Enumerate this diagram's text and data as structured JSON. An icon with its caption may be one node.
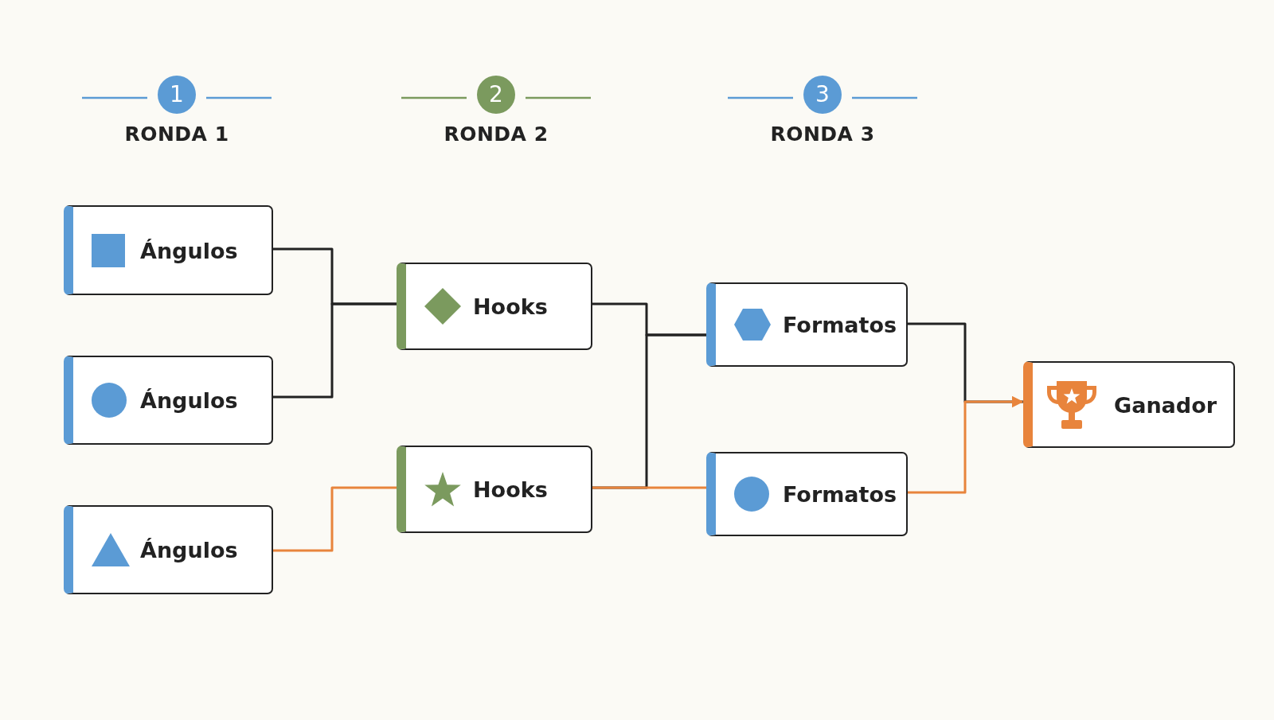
{
  "diagram": {
    "nodes": [
      {
        "text": [
          "Ángulos"
        ]
      },
      {
        "text": [
          "Ángulos"
        ]
      },
      {
        "text": [
          "Ángulos"
        ]
      },
      {
        "text": [
          "Hooks"
        ]
      },
      {
        "text": [
          "Hooks"
        ]
      },
      {
        "text": [
          "Formatos"
        ]
      },
      {
        "text": [
          "Formatos"
        ]
      },
      {
        "text": [
          "Ganador"
        ]
      }
    ],
    "edges": [
      {
        "from": 0,
        "to": 3,
        "arrow": "none"
      },
      {
        "from": 1,
        "to": 3,
        "arrow": "none"
      },
      {
        "from": 2,
        "to": 4,
        "arrow": "none",
        "color": "#e8843c"
      },
      {
        "from": 3,
        "to": 5,
        "arrow": "none"
      },
      {
        "from": 4,
        "to": 5,
        "arrow": "none"
      },
      {
        "from": 4,
        "to": 6,
        "arrow": "none",
        "color": "#e8843c"
      },
      {
        "from": 5,
        "to": 7,
        "arrow": "none"
      },
      {
        "from": 6,
        "to": 7,
        "arrow": "to",
        "color": "#e8843c"
      }
    ],
    "labels": [
      "1",
      "RONDA 1",
      "2",
      "RONDA 2",
      "3",
      "RONDA 3"
    ]
  }
}
